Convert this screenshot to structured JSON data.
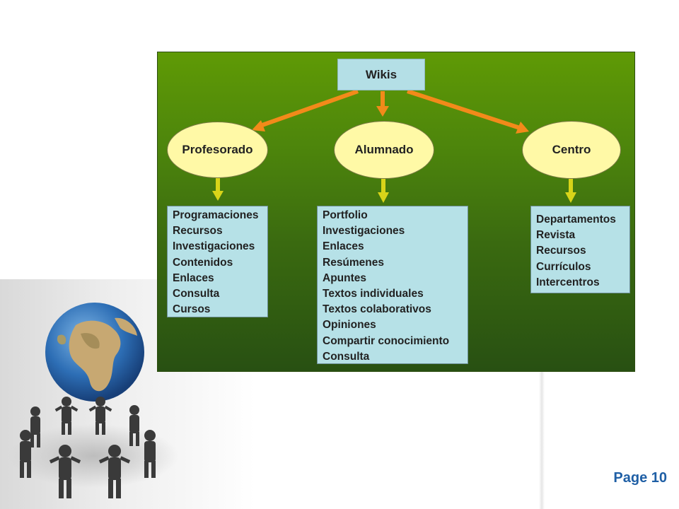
{
  "diagram": {
    "root": "Wikis",
    "branches": [
      {
        "label": "Profesorado",
        "items": [
          "Programaciones",
          "Recursos",
          "Investigaciones",
          "Contenidos",
          "Enlaces",
          "Consulta",
          "Cursos"
        ]
      },
      {
        "label": "Alumnado",
        "items": [
          "Portfolio",
          "Investigaciones",
          "Enlaces",
          "Resúmenes",
          "Apuntes",
          "Textos individuales",
          "Textos colaborativos",
          "Opiniones",
          "Compartir conocimiento",
          "Consulta"
        ]
      },
      {
        "label": "Centro",
        "items": [
          "Departamentos",
          "Revista",
          "Recursos",
          "Currículos",
          "Intercentros"
        ]
      }
    ],
    "colors": {
      "panel": "#4d850c",
      "root_box": "#b4dfe6",
      "oval": "#fff9a6",
      "list_box": "#b6e1e7",
      "orange_arrow": "#f28a1a",
      "yellow_arrow": "#d8d419"
    }
  },
  "footer": {
    "page_label": "Page 10"
  },
  "decor": {
    "image": "globe-with-people-circle-icon"
  }
}
